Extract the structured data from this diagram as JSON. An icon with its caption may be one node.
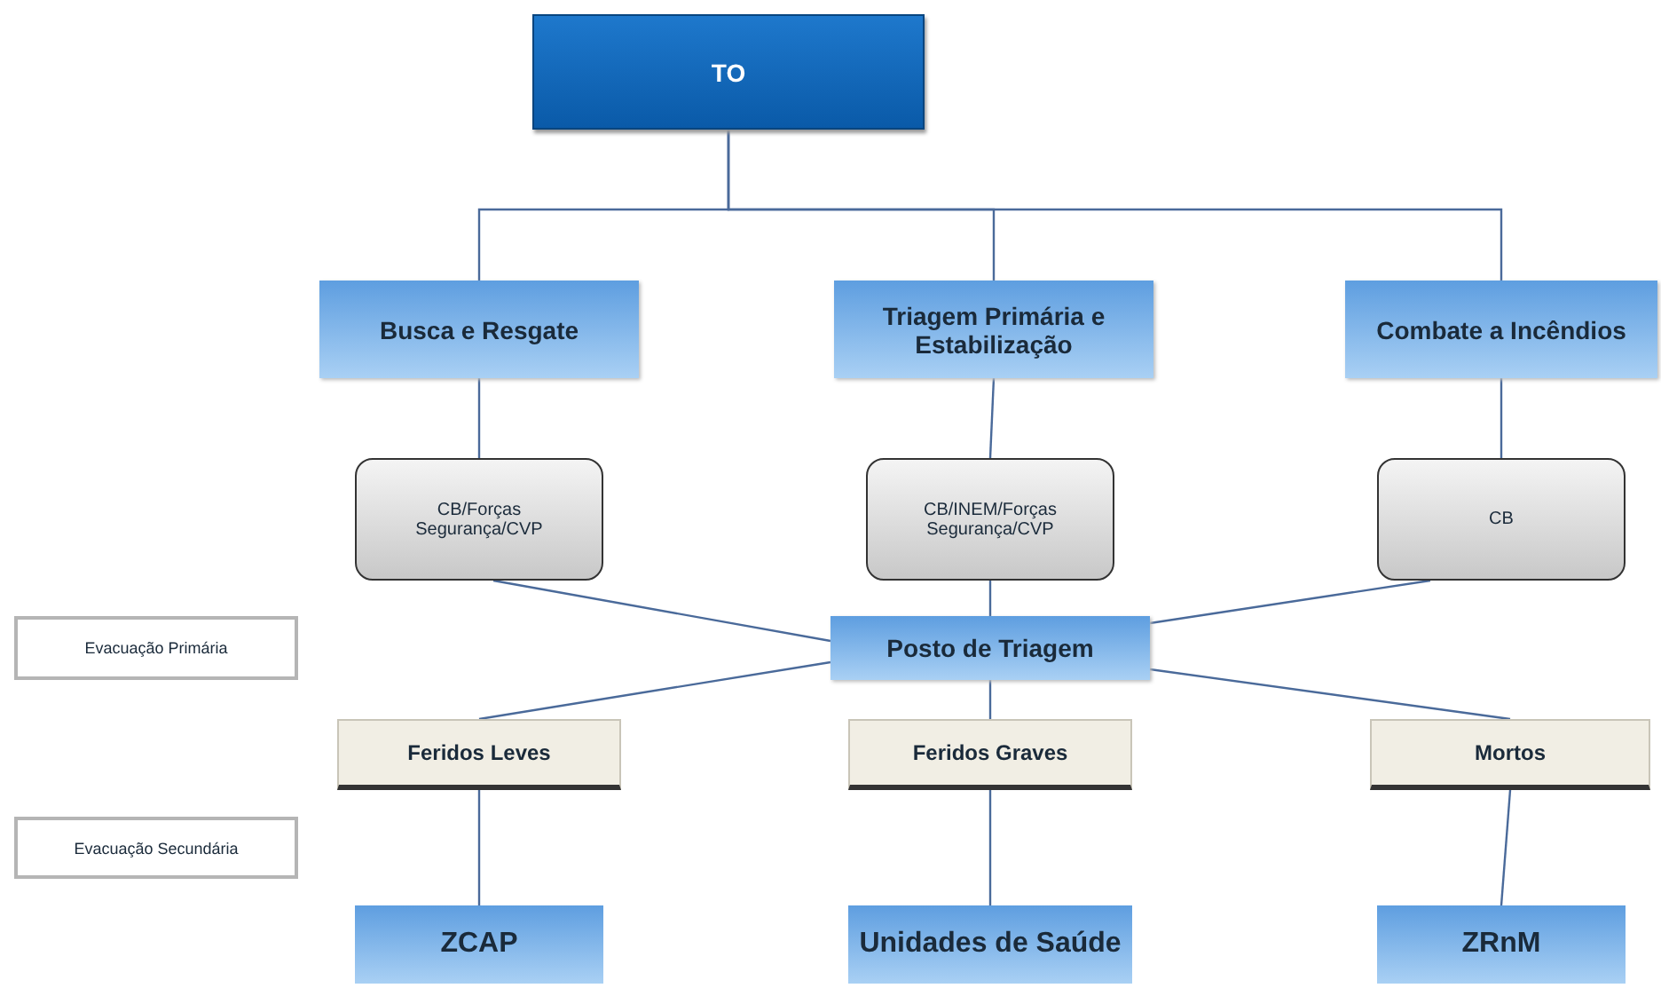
{
  "diagram": {
    "nodes": [
      {
        "text": [
          "TO"
        ]
      },
      {
        "text": [
          "Busca e Resgate"
        ]
      },
      {
        "text": [
          "Triagem Primária e Estabilização"
        ]
      },
      {
        "text": [
          "Combate a Incêndios"
        ]
      },
      {
        "text": [
          "CB/Forças Segurança/CVP"
        ]
      },
      {
        "text": [
          "CB/INEM/Forças Segurança/CVP"
        ]
      },
      {
        "text": [
          "CB"
        ]
      },
      {
        "text": [
          "Evacuação Primária"
        ]
      },
      {
        "text": [
          "Posto de Triagem"
        ]
      },
      {
        "text": [
          "Feridos Leves"
        ]
      },
      {
        "text": [
          "Feridos Graves"
        ]
      },
      {
        "text": [
          "Mortos"
        ]
      },
      {
        "text": [
          "Evacuação Secundária"
        ]
      },
      {
        "text": [
          "ZCAP"
        ]
      },
      {
        "text": [
          "Unidades de Saúde"
        ]
      },
      {
        "text": [
          "ZRnM"
        ]
      }
    ],
    "edges": [
      {
        "from": 0,
        "to": 1,
        "arrow": "none"
      },
      {
        "from": 0,
        "to": 2,
        "arrow": "none"
      },
      {
        "from": 0,
        "to": 3,
        "arrow": "none"
      },
      {
        "from": 1,
        "to": 4,
        "arrow": "none"
      },
      {
        "from": 2,
        "to": 5,
        "arrow": "none"
      },
      {
        "from": 3,
        "to": 6,
        "arrow": "none"
      },
      {
        "from": 4,
        "to": 8,
        "arrow": "none"
      },
      {
        "from": 5,
        "to": 8,
        "arrow": "none"
      },
      {
        "from": 6,
        "to": 8,
        "arrow": "none"
      },
      {
        "from": 8,
        "to": 9,
        "arrow": "none"
      },
      {
        "from": 8,
        "to": 10,
        "arrow": "none"
      },
      {
        "from": 8,
        "to": 11,
        "arrow": "none"
      },
      {
        "from": 9,
        "to": 13,
        "arrow": "none"
      },
      {
        "from": 10,
        "to": 14,
        "arrow": "none"
      },
      {
        "from": 11,
        "to": 15,
        "arrow": "none"
      }
    ]
  }
}
